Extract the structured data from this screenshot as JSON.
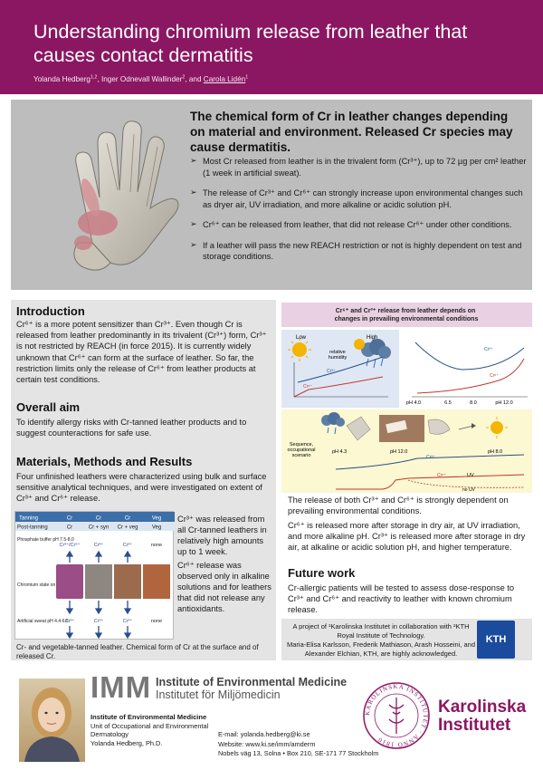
{
  "header": {
    "title": "Understanding chromium release from leather that causes contact dermatitis",
    "authors_part1": "Yolanda Hedberg",
    "authors_sup1": "1,2",
    "authors_part2": ", Inger Odnevall Wallinder",
    "authors_sup2": "2",
    "authors_part3": ", and ",
    "authors_part4": "Carola Lidén",
    "authors_sup4": "1"
  },
  "key_findings": {
    "title": "The chemical form of Cr in leather changes depending on material and environment. Released Cr species may cause dermatitis.",
    "bullets": [
      "Most Cr released from leather is in the trivalent form (Cr³⁺), up to 72 µg per cm² leather (1 week in artificial sweat).",
      "The release of Cr³⁺ and Cr⁶⁺ can strongly increase upon environmental changes such as dryer air, UV irradiation, and more alkaline or acidic solution pH.",
      "Cr⁶⁺ can be released from leather, that did not release Cr⁶⁺ under other conditions.",
      "If a leather will pass the new REACH restriction or not is highly dependent on test and storage conditions."
    ]
  },
  "introduction": {
    "heading": "Introduction",
    "text": "Cr⁶⁺ is a more potent sensitizer than Cr³⁺. Even though Cr is released from leather predominantly in its trivalent (Cr³⁺) form, Cr³⁺ is not restricted by REACH (in force 2015). It is currently widely unknown that Cr⁶⁺ can form at the surface of leather. So far, the restriction limits only the release of Cr⁶⁺ from leather products at certain test conditions."
  },
  "aim": {
    "heading": "Overall aim",
    "text": "To identify allergy risks with Cr-tanned leather products and to suggest counteractions for safe use."
  },
  "methods": {
    "heading": "Materials, Methods and Results",
    "text": "Four unfinished leathers were characterized using bulk and surface sensitive analytical techniques, and were investigated on extent of Cr³⁺ and Cr⁶⁺ release.",
    "side_p1": "Cr³⁺ was released from all Cr-tanned leathers in relatively high amounts up to 1 week.",
    "side_p2": "Cr⁶⁺ release was observed only in alkaline solutions and for leathers that did not release any antioxidants.",
    "caption": "Cr- and vegetable-tanned leather. Chemical form of Cr at the surface and of released Cr.",
    "table": {
      "col_header_label": "Tanning",
      "row_header_label": "Post-tanning",
      "tanning": [
        "Cr",
        "Cr",
        "Cr",
        "Veg"
      ],
      "post_tanning": [
        "Cr",
        "Cr + syn",
        "Cr + veg",
        "Veg"
      ],
      "row_labels": [
        "Phosphate buffer pH 7.5-8.0",
        "Chromium state on surface",
        "Artificial sweat pH 4.4-6.5"
      ],
      "phosphate": [
        "Cr³⁺/Cr⁶⁺",
        "Cr³⁺",
        "Cr³⁺",
        "none"
      ],
      "sweat": [
        "Cr³⁺",
        "Cr³⁺",
        "Cr³⁺",
        "none"
      ]
    }
  },
  "right_figure": {
    "title": "Cr⁶⁺ and Cr³⁺ release from leather depends on changes in prevailing environmental conditions",
    "low": "Low",
    "high": "High",
    "humidity": "relative humidity",
    "ph_ticks": [
      "pH 4.0",
      "6.5",
      "8.0",
      "pH 12.0"
    ],
    "sequence_label": "Sequence, occupational scenario",
    "seq_ph": [
      "pH 4.3",
      "pH 12.0",
      "pH 8.0"
    ],
    "cr3": "Cr³⁺",
    "cr6": "Cr⁶⁺",
    "uv": "UV",
    "no_uv": "no UV"
  },
  "right_text": {
    "p1": "The release of both Cr³⁺ and Cr⁶⁺ is strongly dependent on prevailing environmental conditions.",
    "p2": "Cr⁶⁺ is released more after storage in dry air, at UV irradiation, and more alkaline pH. Cr³⁺ is released more after storage in dry air, at alkaline or acidic solution pH, and higher temperature."
  },
  "future_work": {
    "heading": "Future work",
    "text": "Cr-allergic patients will be tested to assess dose-response to Cr³⁺ and Cr⁶⁺ and reactivity to leather with known chromium release."
  },
  "acknowledgement": {
    "text1": "A project of ¹Karolinska Institutet in collaboration with ²KTH Royal Institute of Technology.",
    "text2": "Maria-Elisa Karlsson, Frederik Mathiason, Arash Hosseini, and Alexander Elchian, KTH, are highly acknowledged.",
    "kth_logo": "KTH"
  },
  "footer": {
    "imm": "IMM",
    "imm_en": "Institute of Environmental Medicine",
    "imm_sv": "Institutet för Miljömedicin",
    "inst_name": "Institute of Environmental Medicine",
    "unit": "Unit of Occupational and Environmental Dermatology",
    "person": "Yolanda Hedberg, Ph.D.",
    "email": "E-mail: yolanda.hedberg@ki.se",
    "website": "Website: www.ki.se/imm/amderm",
    "address": "Nobels väg 13, Solna • Box 210, SE-171 77 Stockholm",
    "ki_line1": "Karolinska",
    "ki_line2": "Institutet",
    "ki_seal_text": "KAROLINSKA INSTITUTET · ANNO 1810"
  },
  "colors": {
    "header": "#8b1762",
    "band": "#bdbdbd",
    "panel": "#e4e4e4",
    "cr3_line": "#c0392b",
    "fig_yellow": "#fbf8d2",
    "fig_blue": "#dfe7f4"
  }
}
